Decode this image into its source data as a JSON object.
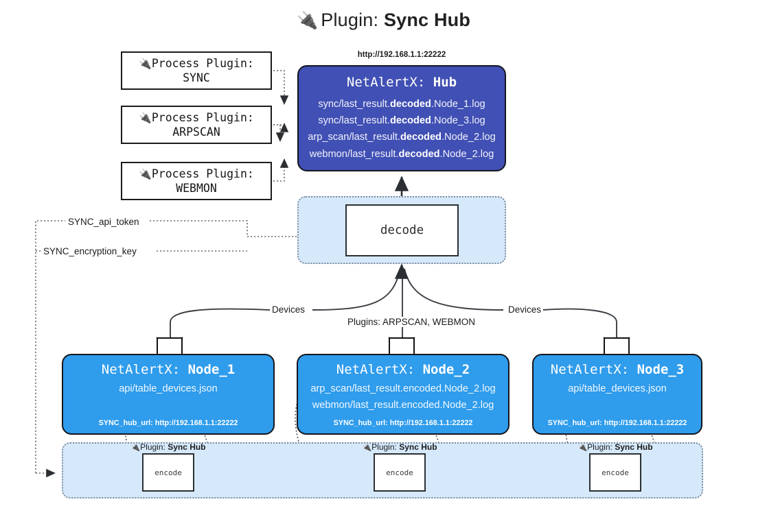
{
  "title": {
    "icon": "plug-icon",
    "prefix": "Plugin:",
    "name": "Sync Hub"
  },
  "process_plugins": [
    {
      "icon": "plug-icon",
      "line1": "Process Plugin:",
      "line2": "SYNC"
    },
    {
      "icon": "plug-icon",
      "line1": "Process Plugin:",
      "line2": "ARPSCAN"
    },
    {
      "icon": "plug-icon",
      "line1": "Process Plugin:",
      "line2": "WEBMON"
    }
  ],
  "hub": {
    "url_label": "http://192.168.1.1:22222",
    "title_prefix": "NetAlertX:",
    "title_name": "Hub",
    "logs": [
      {
        "pre": "sync/last_result.",
        "strong": "decoded",
        "post": ".Node_1.log"
      },
      {
        "pre": "sync/last_result.",
        "strong": "decoded",
        "post": ".Node_3.log"
      },
      {
        "pre": "arp_scan/last_result.",
        "strong": "decoded",
        "post": ".Node_2.log"
      },
      {
        "pre": "webmon/last_result.",
        "strong": "decoded",
        "post": ".Node_2.log"
      }
    ]
  },
  "decode": {
    "label": "decode"
  },
  "config_labels": {
    "api_token": "SYNC_api_token",
    "encryption_key": "SYNC_encryption_key"
  },
  "flow_labels": {
    "devices_left": "Devices",
    "plugins_center": "Plugins: ARPSCAN, WEBMON",
    "devices_right": "Devices"
  },
  "nodes": [
    {
      "icon": "envelope-icon",
      "title_prefix": "NetAlertX:",
      "title_name": "Node_1",
      "lines": [
        "api/table_devices.json"
      ],
      "footer": "SYNC_hub_url: http://192.168.1.1:22222"
    },
    {
      "icon": "envelope-icon",
      "title_prefix": "NetAlertX:",
      "title_name": "Node_2",
      "lines": [
        "arp_scan/last_result.encoded.Node_2.log",
        "webmon/last_result.encoded.Node_2.log"
      ],
      "footer": "SYNC_hub_url: http://192.168.1.1:22222"
    },
    {
      "icon": "envelope-icon",
      "title_prefix": "NetAlertX:",
      "title_name": "Node_3",
      "lines": [
        "api/table_devices.json"
      ],
      "footer": "SYNC_hub_url: http://192.168.1.1:22222"
    }
  ],
  "encoders": [
    {
      "icon": "plug-icon",
      "label_prefix": "Plugin:",
      "label_name": "Sync Hub",
      "box_label": "encode"
    },
    {
      "icon": "plug-icon",
      "label_prefix": "Plugin:",
      "label_name": "Sync Hub",
      "box_label": "encode"
    },
    {
      "icon": "plug-icon",
      "label_prefix": "Plugin:",
      "label_name": "Sync Hub",
      "box_label": "encode"
    }
  ],
  "colors": {
    "hub_fill": "#4150b4",
    "node_fill": "#2f9cec",
    "container_fill": "#d6e9fb",
    "border_dark": "#15161c",
    "page_bg": "#ffffff"
  }
}
